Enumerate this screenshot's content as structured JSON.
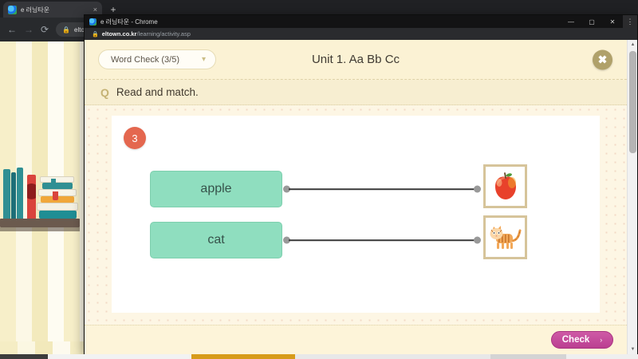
{
  "browser": {
    "tab": {
      "title": "e 러닝타운",
      "favicon_icon": "chrome-favicon",
      "close_icon": "×"
    },
    "new_tab_icon": "+",
    "nav": {
      "back_icon": "←",
      "forward_icon": "→",
      "reload_icon": "⟳"
    },
    "omnibox": {
      "lock_icon": "🔒",
      "url": "eltown.co."
    }
  },
  "popup": {
    "title": "e 러닝타운 - Chrome",
    "favicon_icon": "chrome-favicon",
    "window_controls": {
      "minimize_icon": "—",
      "maximize_icon": "▢",
      "close_icon": "✕",
      "menu_icon": "⋮"
    },
    "urlbar": {
      "lock_icon": "🔒",
      "host": "eltown.co.kr",
      "path": "/learning/activity.asp"
    },
    "scrollbar": {
      "up_icon": "▲",
      "down_icon": "▼"
    }
  },
  "activity": {
    "header": {
      "mode_selector": {
        "label": "Word Check (3/5)",
        "chevron_icon": "chevron-down"
      },
      "unit_title": "Unit 1. Aa Bb Cc",
      "close_button_icon": "✕"
    },
    "instruction": {
      "marker": "Q",
      "text": "Read and match."
    },
    "question": {
      "number": "3",
      "pairs": [
        {
          "word": "apple",
          "image": "apple-illustration",
          "connected": true
        },
        {
          "word": "cat",
          "image": "cat-illustration",
          "connected": true
        }
      ]
    },
    "footer": {
      "check_label": "Check",
      "check_chevron": "›"
    }
  },
  "colors": {
    "mint_card": "#8FDEBF",
    "badge_coral": "#E4674F",
    "check_magenta": "#BB3F91",
    "header_cream": "#FBF2D4",
    "close_olive": "#B0A16A"
  }
}
